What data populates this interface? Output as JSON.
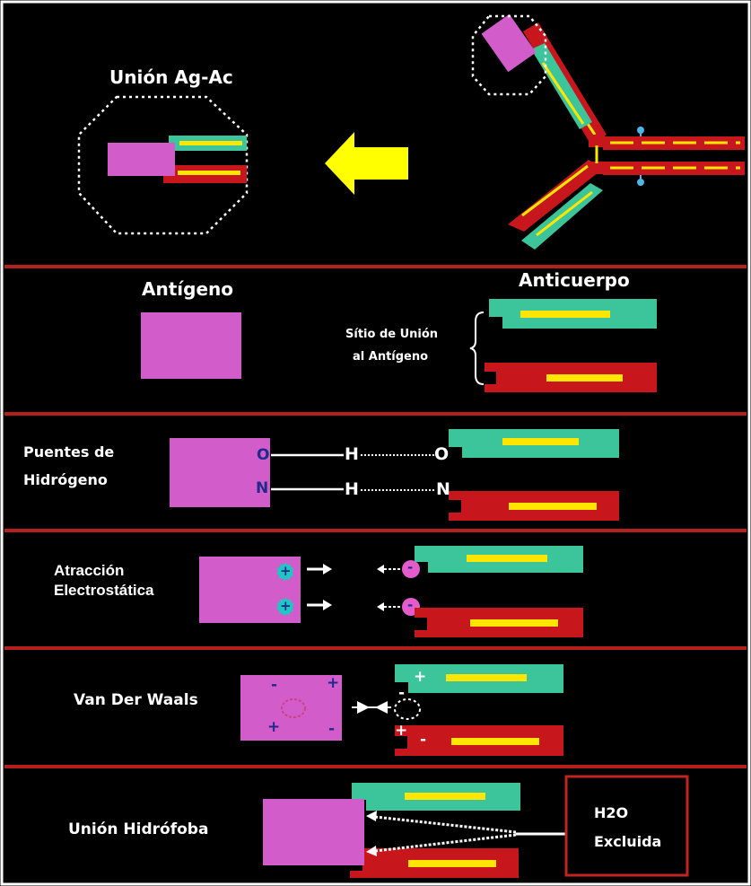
{
  "colors": {
    "background": "#000000",
    "frame": "#ffffff",
    "divider": "#b3201d",
    "antigen": "#d35ccb",
    "heavy_chain": "#c8161d",
    "light_chain": "#3cc59a",
    "highlight": "#ffe600",
    "arrow": "#ffff00",
    "atom_text": "#1f2a8c",
    "ion": "#1dc7c3",
    "box_border": "#c0251f"
  },
  "panel_ag_ac": {
    "title": "Unión Ag-Ac"
  },
  "panel_parts": {
    "antigen_label": "Antígeno",
    "antibody_label": "Anticuerpo",
    "binding_site_line1": "Sítio de Unión",
    "binding_site_line2": "al Antígeno"
  },
  "panel_hbond": {
    "title_line1": "Puentes de",
    "title_line2": "Hidrógeno",
    "antigen_atoms": [
      "O",
      "N"
    ],
    "hydrogen": "H",
    "antibody_atoms": [
      "O",
      "N"
    ]
  },
  "panel_electro": {
    "title_line1": "Atracción",
    "title_line2": "Electrostática",
    "antigen_charge": "+",
    "antibody_charge": "-"
  },
  "panel_vdw": {
    "title": "Van Der Waals",
    "antigen_charges": [
      "-",
      "+",
      "+",
      "-"
    ],
    "antibody_charges": [
      "-",
      "+",
      "+",
      "-"
    ]
  },
  "panel_hydro": {
    "title": "Unión Hidrófoba",
    "box_line1": "H2O",
    "box_line2": "Excluida"
  }
}
